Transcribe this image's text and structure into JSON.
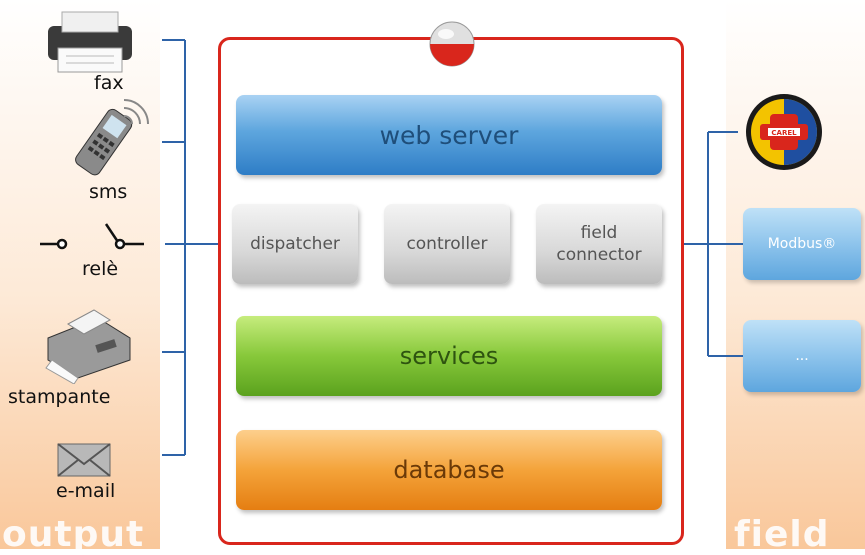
{
  "output_devices": [
    {
      "name": "fax",
      "label": "fax"
    },
    {
      "name": "sms",
      "label": "sms"
    },
    {
      "name": "rele",
      "label": "relè"
    },
    {
      "name": "printer",
      "label": "stampante"
    },
    {
      "name": "email",
      "label": "e-mail"
    }
  ],
  "server": {
    "web_server": "web server",
    "modules": [
      "dispatcher",
      "controller",
      "field connector"
    ],
    "services": "services",
    "database": "database"
  },
  "field_devices": {
    "brand_logo": "CAREL",
    "modbus": "Modbus®",
    "other": "..."
  },
  "sections": {
    "output": "output",
    "field": "field"
  },
  "colors": {
    "frame": "#d9261c",
    "web_server": "#5ea6de",
    "services": "#87c83a",
    "database": "#f4a33a",
    "connector_lines": "#2e63a8"
  }
}
